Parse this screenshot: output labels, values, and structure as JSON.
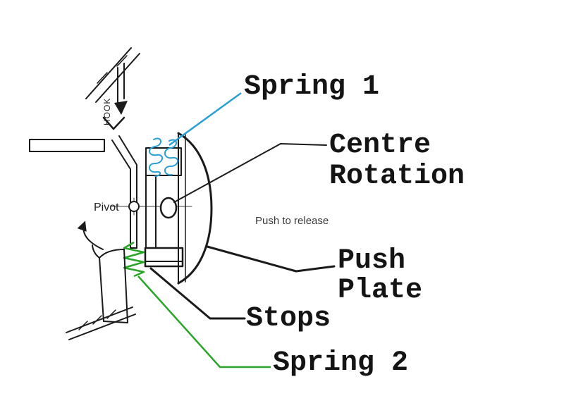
{
  "colors": {
    "line": "#1a1a1a",
    "spring1": "#2a9fd6",
    "spring2": "#2aa52a",
    "background": "#ffffff"
  },
  "labels": {
    "spring1": "Spring 1",
    "centre_rotation": [
      "Centre",
      "Rotation"
    ],
    "pivot": "Pivot",
    "push_to_release": "Push to release",
    "push_plate": [
      "Push",
      "Plate"
    ],
    "stops": "Stops",
    "spring2": "Spring 2",
    "hook": "HOOK"
  }
}
